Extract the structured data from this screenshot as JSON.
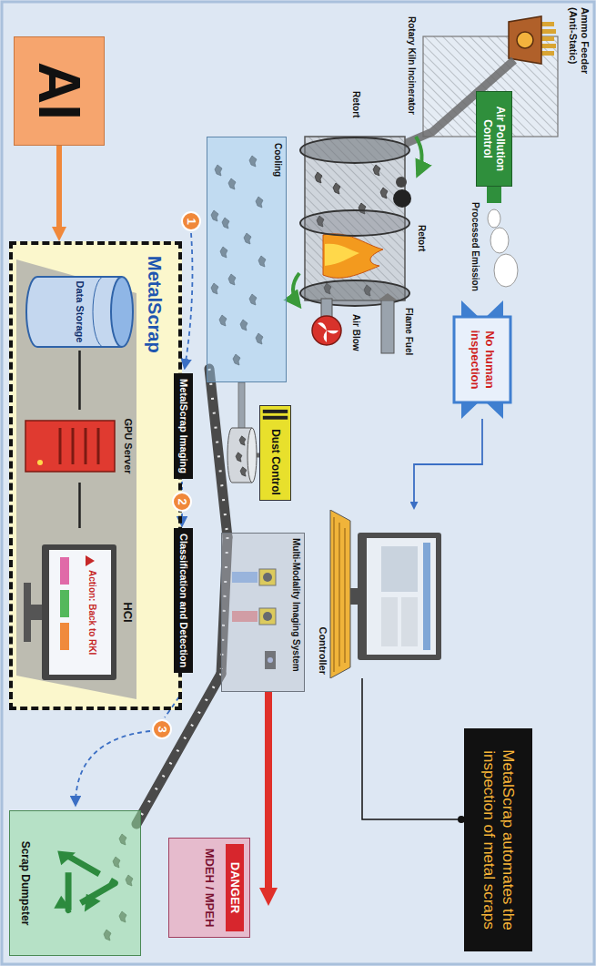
{
  "diagram": {
    "nodes": [
      {
        "text": [
          "Air Pollution Control"
        ]
      },
      {
        "text": [
          "No human inspection"
        ]
      },
      {
        "text": [
          "Cooling"
        ]
      },
      {
        "text": [
          "Dust Control"
        ]
      },
      {
        "text": [
          "Controller"
        ]
      },
      {
        "text": [
          "MetalScrap automates the inspection of metal scraps"
        ]
      },
      {
        "text": [
          "Multi-Modality Imaging System"
        ]
      },
      {
        "text": [
          "DANGER",
          "MDEH / MPEH"
        ]
      },
      {
        "text": [
          "Scrap Dumpster"
        ]
      },
      {
        "text": [
          "AI"
        ]
      },
      {
        "text": [
          "MetalScrap"
        ]
      },
      {
        "text": [
          "MetalScrap Imaging"
        ],
        "in": 10
      },
      {
        "text": [
          "Classification and Detection"
        ],
        "in": 10
      },
      {
        "text": [
          "Data Storage"
        ],
        "in": 10
      },
      {
        "text": [
          "GPU Server"
        ],
        "in": 10
      },
      {
        "text": [
          "HCI"
        ],
        "in": 10
      }
    ],
    "edges": [
      {
        "from": 9,
        "to": 10,
        "arrow": "to"
      },
      {
        "from": 1,
        "to": 4,
        "arrow": "to"
      },
      {
        "from": 6,
        "to": 7,
        "arrow": "to"
      },
      {
        "from": 5,
        "to": 4,
        "arrow": "none"
      },
      {
        "from": 13,
        "to": 14,
        "arrow": "none"
      },
      {
        "from": 14,
        "to": 15,
        "arrow": "none"
      }
    ],
    "labels": [
      "Ammo Feeder (Anti-Static)",
      "Processed Emission",
      "Rotary Kiln Incinerator",
      "Retort",
      "Retort",
      "Flame Fuel",
      "Air Blow",
      "Action: Back to RKI",
      "1",
      "2",
      "3"
    ]
  }
}
